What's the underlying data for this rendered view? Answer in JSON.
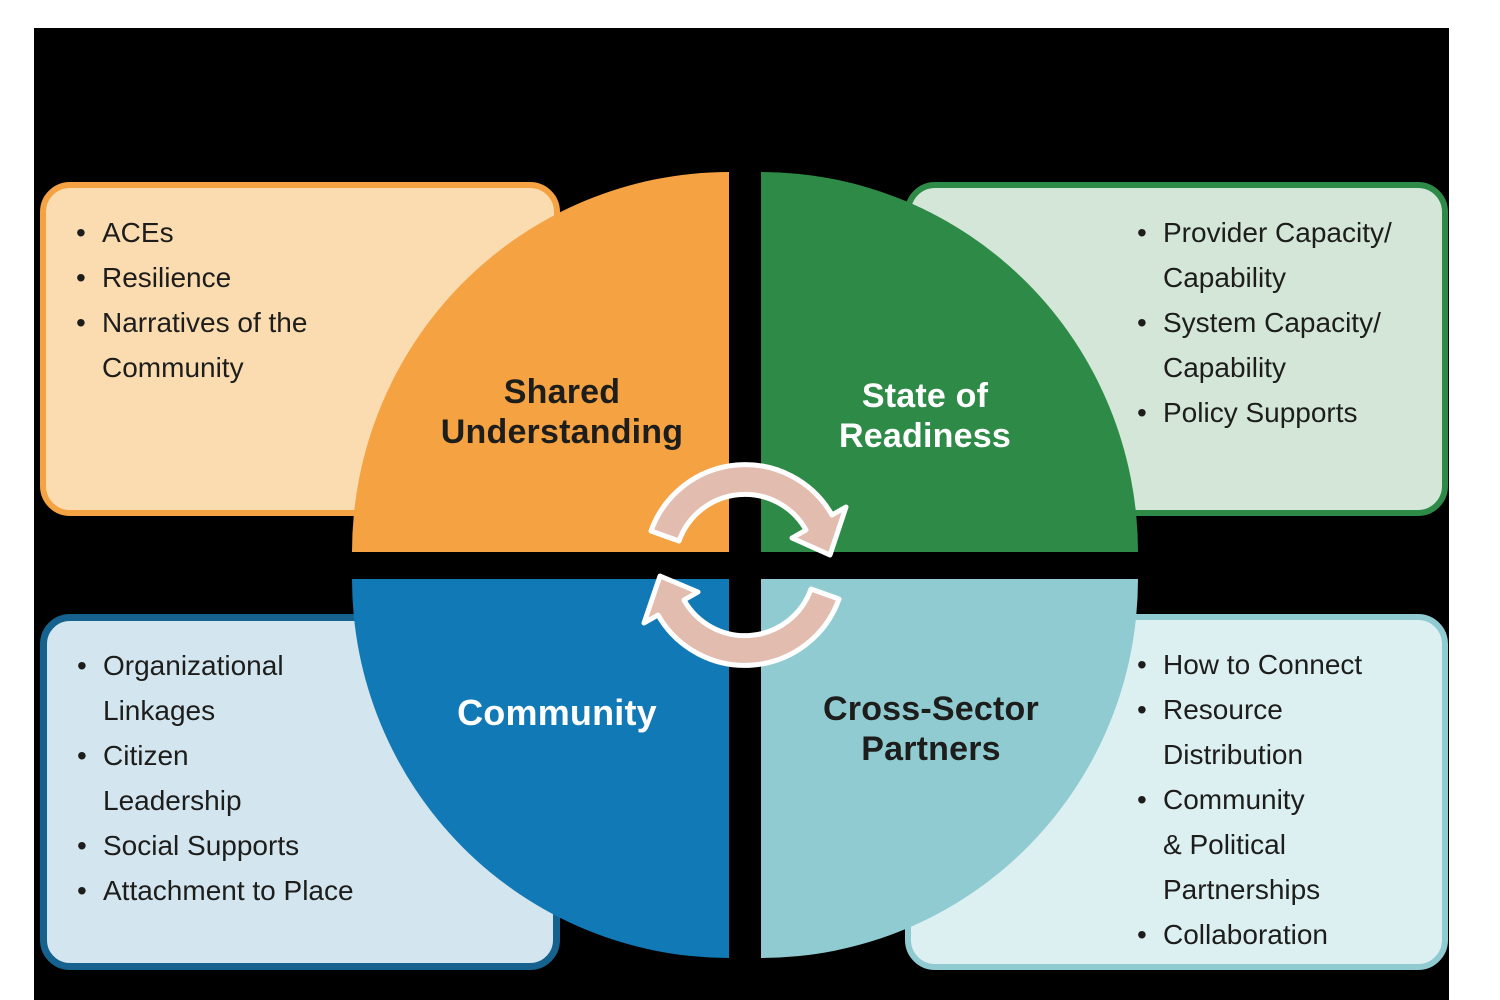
{
  "theme": {
    "page-bg": "#ffffff",
    "canvas-bg": "#000000",
    "orange": "#F5A243",
    "orange-light": "#FBDCB0",
    "green": "#2E8B47",
    "green-light": "#D3E6D8",
    "blue": "#1179B5",
    "blue-dark": "#14628D",
    "blue-light": "#D3E5EE",
    "teal": "#8FCBD1",
    "teal-light": "#DCEFF1",
    "arrow-fill": "#E2BDAF",
    "arrow-stroke": "#FFFFFF",
    "text-dark": "#1D1D1B",
    "text-light": "#FFFFFF"
  },
  "list_bullet": "•",
  "quadrants": {
    "shared_understanding": {
      "line1": "Shared",
      "line2": "Understanding"
    },
    "state_of_readiness": {
      "line1": "State of",
      "line2": "Readiness"
    },
    "community": {
      "line1": "Community"
    },
    "cross_sector_partners": {
      "line1": "Cross-Sector",
      "line2": "Partners"
    }
  },
  "callouts": {
    "shared_understanding": {
      "items": [
        {
          "lines": [
            "ACEs"
          ]
        },
        {
          "lines": [
            "Resilience"
          ]
        },
        {
          "lines": [
            "Narratives of the",
            "Community"
          ]
        }
      ]
    },
    "state_of_readiness": {
      "items": [
        {
          "lines": [
            "Provider Capacity/",
            "Capability"
          ]
        },
        {
          "lines": [
            "System Capacity/",
            "Capability"
          ]
        },
        {
          "lines": [
            "Policy Supports"
          ]
        }
      ]
    },
    "community": {
      "items": [
        {
          "lines": [
            "Organizational",
            "Linkages"
          ]
        },
        {
          "lines": [
            "Citizen",
            "Leadership"
          ]
        },
        {
          "lines": [
            "Social Supports"
          ]
        },
        {
          "lines": [
            "Attachment to Place"
          ]
        }
      ]
    },
    "cross_sector_partners": {
      "items": [
        {
          "lines": [
            "How to Connect"
          ]
        },
        {
          "lines": [
            "Resource",
            "Distribution"
          ]
        },
        {
          "lines": [
            "Community",
            "& Political",
            "Partnerships"
          ]
        },
        {
          "lines": [
            "Collaboration"
          ]
        }
      ]
    }
  }
}
